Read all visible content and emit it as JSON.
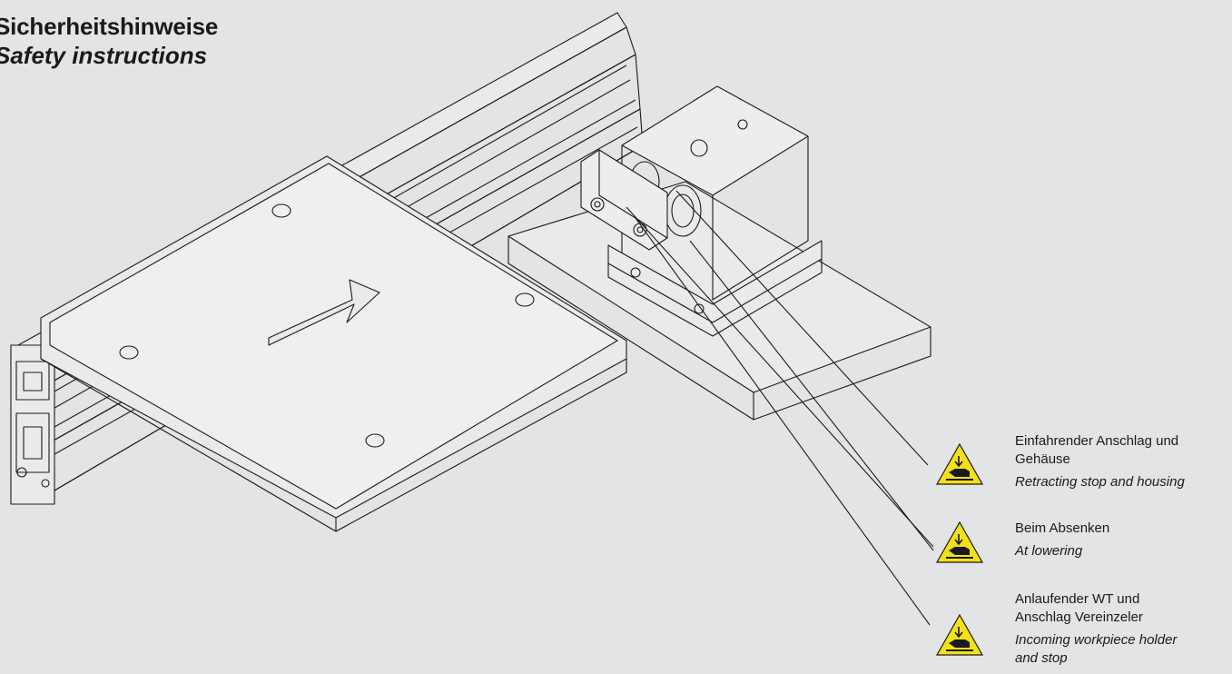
{
  "header": {
    "title_de": "Sicherheitshinweise",
    "title_en": "Safety instructions"
  },
  "warnings": [
    {
      "de": "Einfahrender Anschlag und Gehäuse",
      "en": "Retracting stop and housing",
      "icon": "hand-crush-warning-icon"
    },
    {
      "de": "Beim Absenken",
      "en": "At lowering",
      "icon": "hand-crush-warning-icon"
    },
    {
      "de": "Anlaufender WT und Anschlag Vereinzeler",
      "en": "Incoming workpiece holder and stop",
      "icon": "hand-crush-warning-icon"
    }
  ],
  "colors": {
    "background": "#e3e4e5",
    "warning_fill": "#f2e11a",
    "line": "#1a1a1a"
  }
}
